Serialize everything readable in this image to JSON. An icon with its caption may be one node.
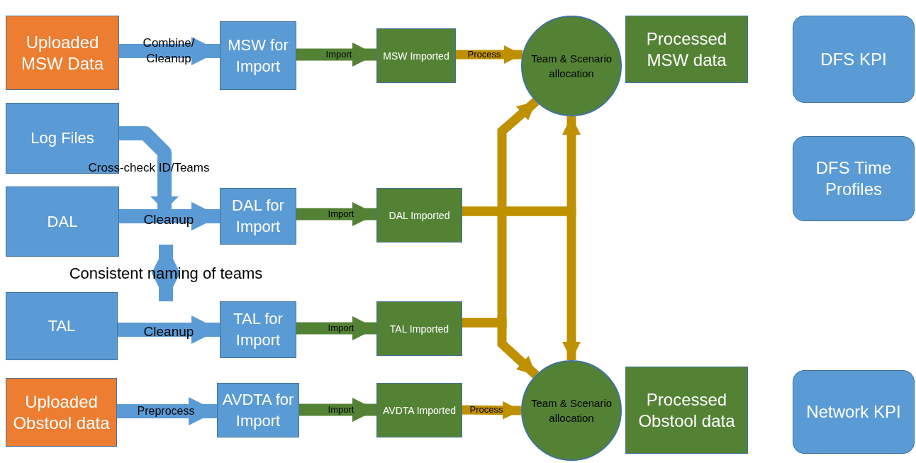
{
  "diagram": {
    "nodes": [
      {
        "text": [
          "Uploaded MSW Data"
        ]
      },
      {
        "text": [
          "MSW for Import"
        ]
      },
      {
        "text": [
          "MSW Imported"
        ]
      },
      {
        "text": [
          "Team & Scenario allocation"
        ]
      },
      {
        "text": [
          "Processed MSW data"
        ]
      },
      {
        "text": [
          "DFS KPI"
        ]
      },
      {
        "text": [
          "Log Files"
        ]
      },
      {
        "text": [
          "DAL"
        ]
      },
      {
        "text": [
          "DAL for Import"
        ]
      },
      {
        "text": [
          "DAL Imported"
        ]
      },
      {
        "text": [
          "DFS Time Profiles"
        ]
      },
      {
        "text": [
          "TAL"
        ]
      },
      {
        "text": [
          "TAL for Import"
        ]
      },
      {
        "text": [
          "TAL Imported"
        ]
      },
      {
        "text": [
          "Uploaded Obstool data"
        ]
      },
      {
        "text": [
          "AVDTA for Import"
        ]
      },
      {
        "text": [
          "AVDTA Imported"
        ]
      },
      {
        "text": [
          "Team & Scenario allocation"
        ]
      },
      {
        "text": [
          "Processed Obstool data"
        ]
      },
      {
        "text": [
          "Network KPI"
        ]
      }
    ],
    "edges": [
      {
        "from": 0,
        "to": 1,
        "arrow": "to",
        "label": "Combine/ Cleanup"
      },
      {
        "from": 1,
        "to": 2,
        "arrow": "to",
        "label": "Import",
        "color": "#548235"
      },
      {
        "from": 2,
        "to": 3,
        "arrow": "to",
        "label": "Process",
        "color": "#bf9000"
      },
      {
        "from": 6,
        "to": 8,
        "arrow": "to",
        "label": "Cross-check ID/Teams"
      },
      {
        "from": 7,
        "to": 8,
        "arrow": "to",
        "label": "Cleanup"
      },
      {
        "from": 8,
        "to": 9,
        "arrow": "to",
        "label": "Import",
        "color": "#548235"
      },
      {
        "from": 7,
        "to": 11,
        "arrow": "both",
        "label": "Consistent naming of teams"
      },
      {
        "from": 9,
        "to": 3,
        "arrow": "to",
        "color": "#bf9000"
      },
      {
        "from": 9,
        "to": 17,
        "arrow": "to",
        "color": "#bf9000"
      },
      {
        "from": 13,
        "to": 3,
        "arrow": "to",
        "color": "#bf9000"
      },
      {
        "from": 13,
        "to": 17,
        "arrow": "to",
        "color": "#bf9000"
      },
      {
        "from": 11,
        "to": 12,
        "arrow": "to",
        "label": "Cleanup"
      },
      {
        "from": 12,
        "to": 13,
        "arrow": "to",
        "label": "Import",
        "color": "#548235"
      },
      {
        "from": 14,
        "to": 15,
        "arrow": "to",
        "label": "Preprocess"
      },
      {
        "from": 15,
        "to": 16,
        "arrow": "to",
        "label": "Import",
        "color": "#548235"
      },
      {
        "from": 16,
        "to": 17,
        "arrow": "to",
        "label": "Process",
        "color": "#bf9000"
      }
    ]
  }
}
